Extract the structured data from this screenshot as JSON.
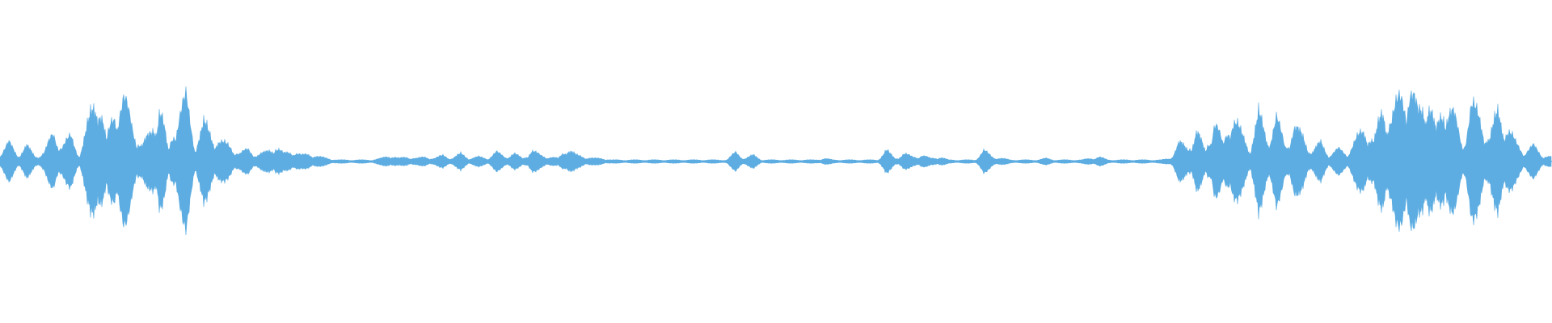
{
  "waveform": {
    "color": "#5dade2",
    "background": "#ffffff",
    "amplitude_envelope": [
      0.05,
      0.12,
      0.04,
      0.1,
      0.03,
      0.06,
      0.18,
      0.1,
      0.16,
      0.04,
      0.25,
      0.48,
      0.12,
      0.36,
      0.4,
      0.22,
      0.1,
      0.18,
      0.38,
      0.06,
      0.3,
      0.4,
      0.1,
      0.24,
      0.16,
      0.12,
      0.1,
      0.05,
      0.08,
      0.04,
      0.06,
      0.1,
      0.05,
      0.07,
      0.04,
      0.05,
      0.03,
      0.02,
      0.01,
      0.01,
      0.01,
      0.01,
      0.01,
      0.02,
      0.04,
      0.02,
      0.03,
      0.02,
      0.03,
      0.02,
      0.04,
      0.02,
      0.05,
      0.02,
      0.03,
      0.02,
      0.06,
      0.03,
      0.05,
      0.02,
      0.07,
      0.04,
      0.03,
      0.02,
      0.09,
      0.04,
      0.03,
      0.02,
      0.02,
      0.01,
      0.01,
      0.01,
      0.01,
      0.01,
      0.01,
      0.01,
      0.01,
      0.01,
      0.01,
      0.01,
      0.01,
      0.01,
      0.01,
      0.06,
      0.02,
      0.04,
      0.01,
      0.01,
      0.01,
      0.01,
      0.01,
      0.01,
      0.01,
      0.02,
      0.01,
      0.01,
      0.01,
      0.01,
      0.01,
      0.01,
      0.07,
      0.02,
      0.05,
      0.03,
      0.04,
      0.02,
      0.03,
      0.01,
      0.01,
      0.01,
      0.01,
      0.07,
      0.03,
      0.02,
      0.01,
      0.01,
      0.01,
      0.01,
      0.02,
      0.01,
      0.01,
      0.01,
      0.01,
      0.02,
      0.03,
      0.01,
      0.01,
      0.01,
      0.01,
      0.01,
      0.01,
      0.01,
      0.02,
      0.12,
      0.08,
      0.2,
      0.06,
      0.28,
      0.1,
      0.32,
      0.18,
      0.08,
      0.3,
      0.14,
      0.28,
      0.1,
      0.22,
      0.16,
      0.06,
      0.12,
      0.04,
      0.08,
      0.05,
      0.14,
      0.22,
      0.12,
      0.34,
      0.28,
      0.42,
      0.5,
      0.3,
      0.46,
      0.18,
      0.4,
      0.3,
      0.1,
      0.36,
      0.28,
      0.14,
      0.32,
      0.22,
      0.12,
      0.06,
      0.1,
      0.04,
      0.03
    ]
  }
}
